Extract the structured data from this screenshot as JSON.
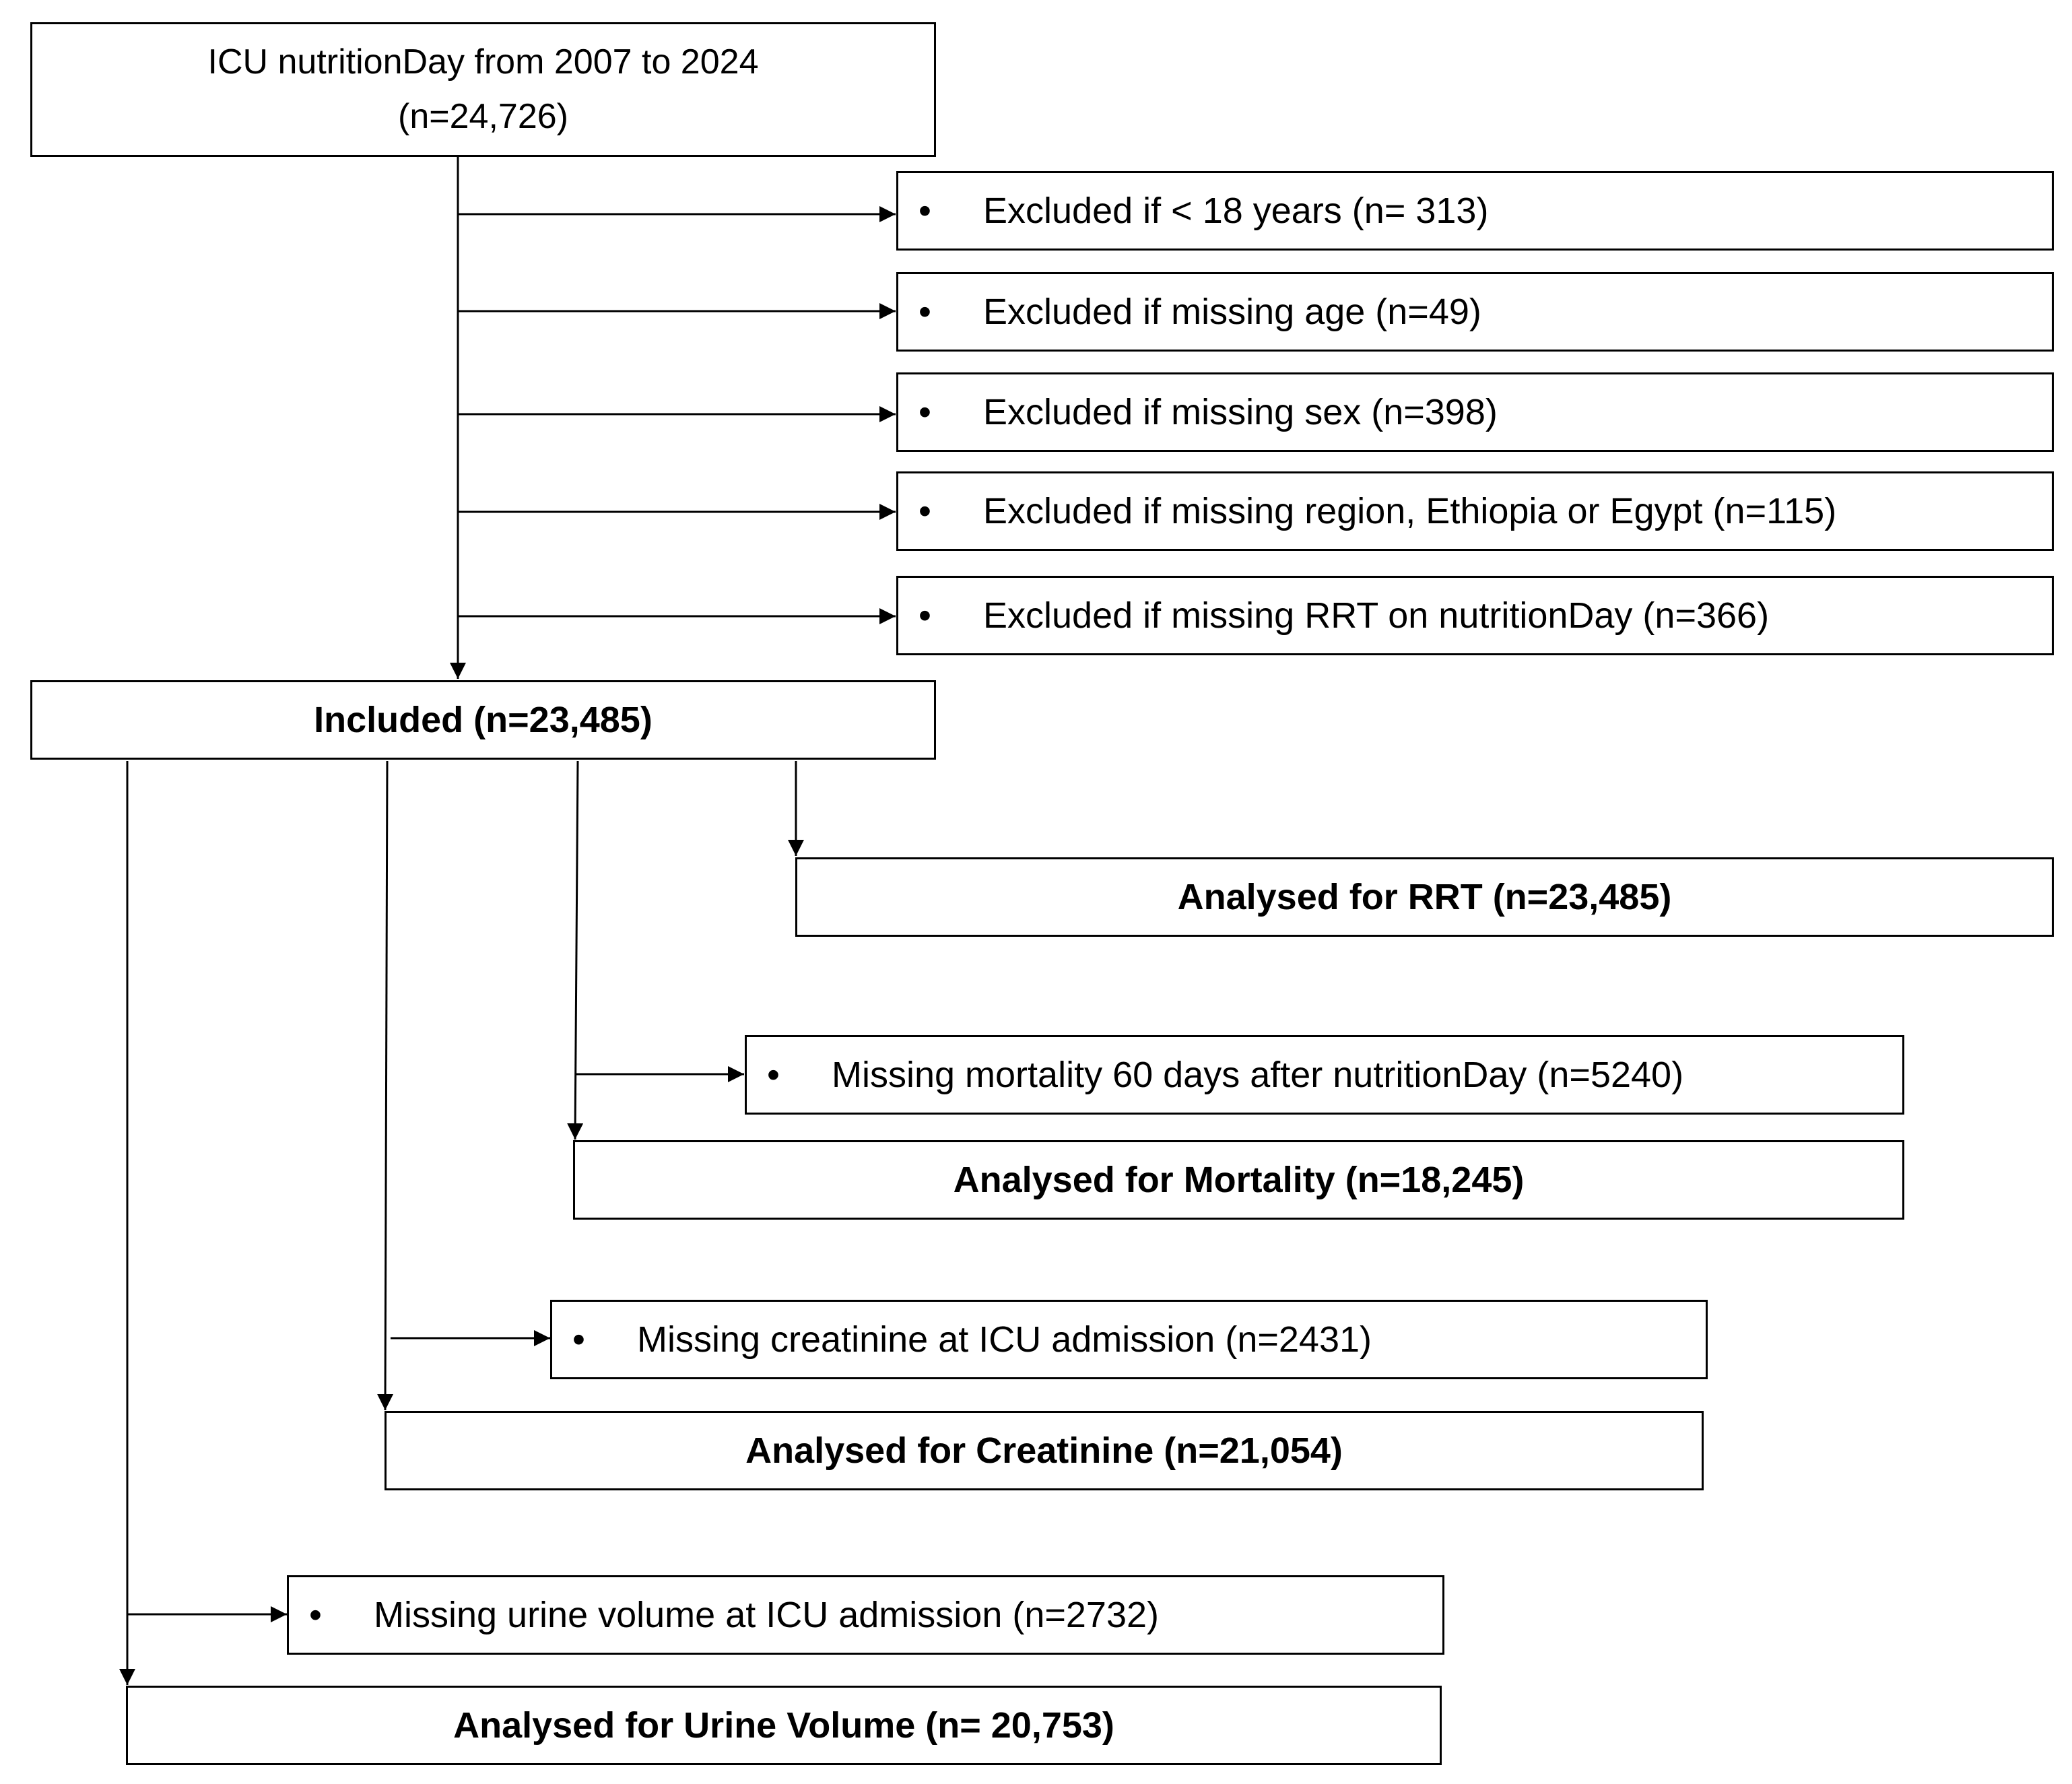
{
  "source": {
    "line1": "ICU nutritionDay from 2007 to 2024",
    "line2": "(n=24,726)"
  },
  "exclusions": [
    "Excluded if < 18 years (n= 313)",
    "Excluded if missing age (n=49)",
    "Excluded if missing sex (n=398)",
    "Excluded if missing region, Ethiopia or Egypt (n=115)",
    "Excluded if missing RRT on nutritionDay (n=366)"
  ],
  "included": "Included (n=23,485)",
  "analyses": {
    "rrt": "Analysed for RRT (n=23,485)",
    "mortality": {
      "missing": "Missing mortality 60 days after nutritionDay (n=5240)",
      "analysed": "Analysed for Mortality (n=18,245)"
    },
    "creatinine": {
      "missing": "Missing creatinine at ICU admission (n=2431)",
      "analysed": "Analysed for Creatinine (n=21,054)"
    },
    "urine": {
      "missing": "Missing urine volume at ICU admission (n=2732)",
      "analysed": "Analysed for Urine Volume (n= 20,753)"
    }
  },
  "bullet_symbol": "•"
}
